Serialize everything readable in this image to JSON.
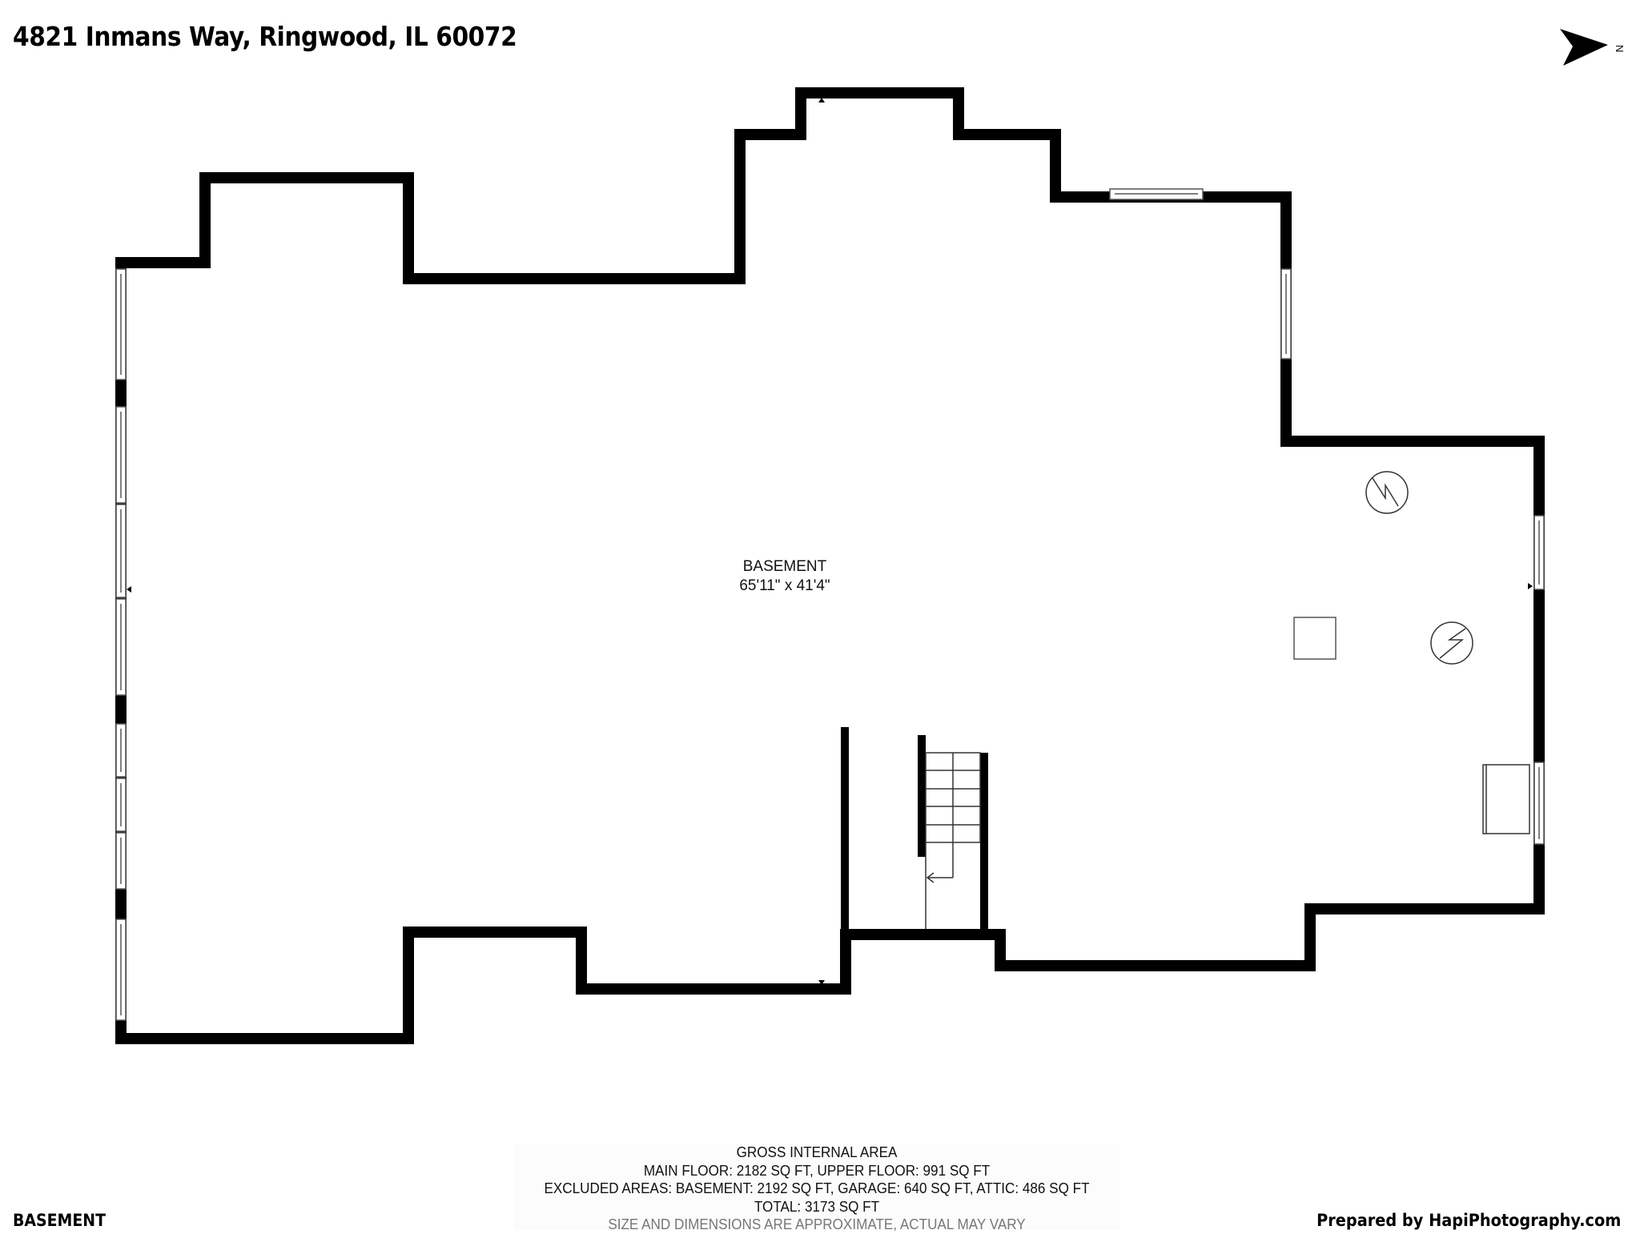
{
  "header": {
    "address": "4821 Inmans Way, Ringwood, IL 60072",
    "north_label": "N",
    "north_icon": "north-arrow-icon"
  },
  "floor_plan": {
    "floor_name": "BASEMENT",
    "rooms": [
      {
        "name": "BASEMENT",
        "dimensions": "65'11\" x 41'4\""
      }
    ],
    "fixtures": [
      {
        "type": "water-heater-icon",
        "count": 2
      },
      {
        "type": "utility-box",
        "count": 1
      },
      {
        "type": "window-well",
        "count": 1
      },
      {
        "type": "staircase",
        "steps": 5
      }
    ],
    "colors": {
      "wall": "#000000",
      "background": "#ffffff",
      "fixture_line": "#333333"
    }
  },
  "area_summary": {
    "heading": "GROSS INTERNAL AREA",
    "line1": "MAIN FLOOR: 2182 SQ FT, UPPER FLOOR: 991 SQ FT",
    "line2": "EXCLUDED AREAS: BASEMENT: 2192 SQ FT, GARAGE: 640 SQ FT, ATTIC: 486 SQ FT",
    "total": "TOTAL: 3173 SQ FT",
    "disclaimer": "SIZE AND DIMENSIONS ARE APPROXIMATE, ACTUAL MAY VARY"
  },
  "footer": {
    "floor_label": "BASEMENT",
    "credit": "Prepared by HapiPhotography.com"
  }
}
